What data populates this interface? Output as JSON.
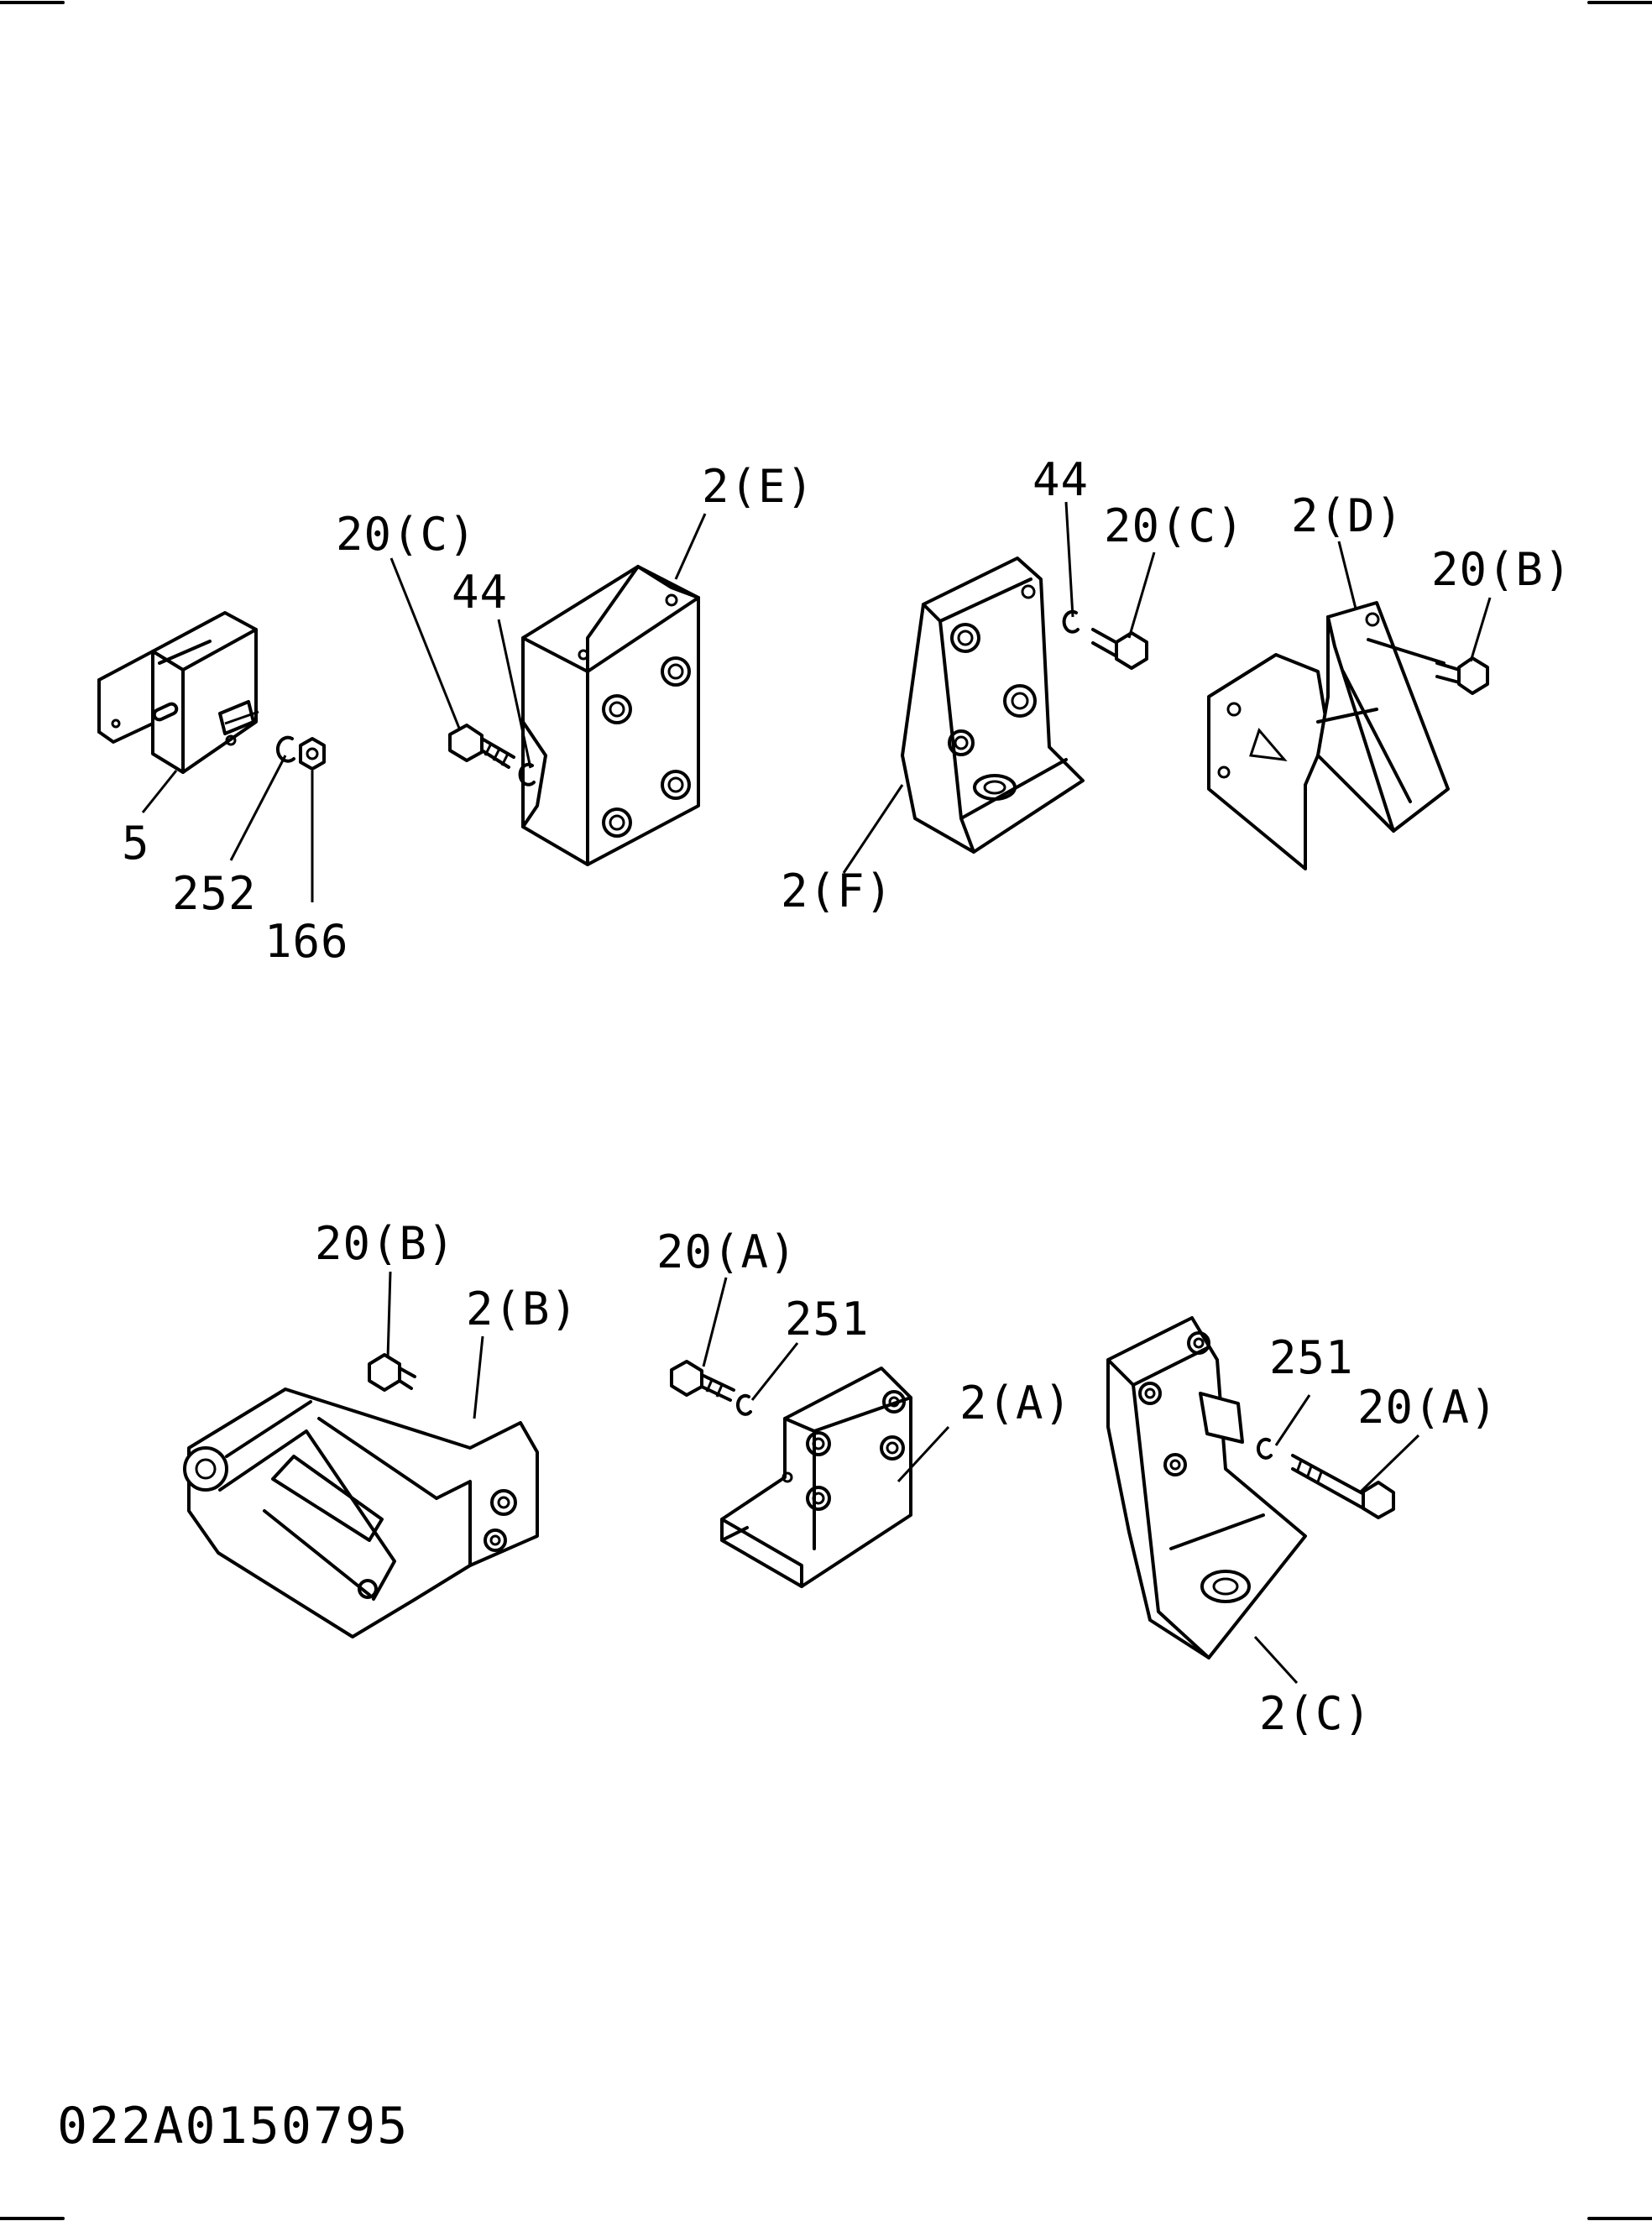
{
  "diagram_code": "022A0150795",
  "labels": {
    "p5": "5",
    "p252": "252",
    "p166": "166",
    "p20c_left": "20(C)",
    "p44_left": "44",
    "p2e": "2(E)",
    "p44_right": "44",
    "p20c_right": "20(C)",
    "p2f": "2(F)",
    "p2d": "2(D)",
    "p20b_top": "20(B)",
    "p20b_bottom": "20(B)",
    "p2b": "2(B)",
    "p20a_left": "20(A)",
    "p251_left": "251",
    "p2a": "2(A)",
    "p251_right": "251",
    "p20a_right": "20(A)",
    "p2c": "2(C)"
  }
}
